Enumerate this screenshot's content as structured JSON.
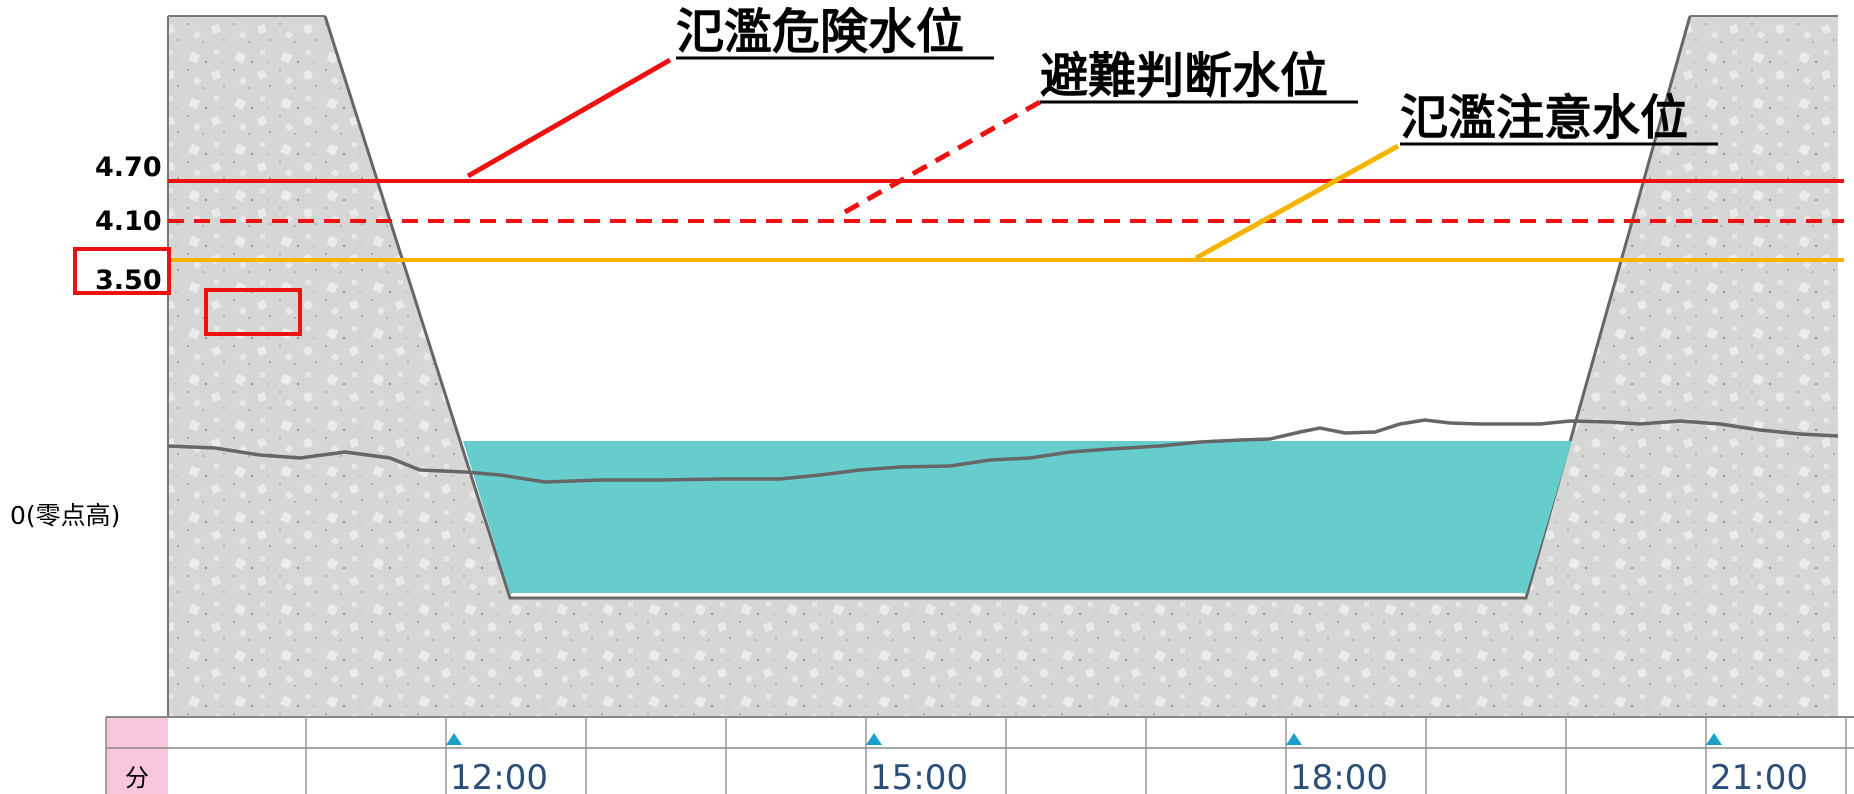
{
  "levels": {
    "danger": {
      "label": "氾濫危険水位",
      "value": 4.7,
      "value_text": "4.70",
      "color": "#ee1111",
      "line": "solid"
    },
    "evac": {
      "label": "避難判断水位",
      "value": 4.1,
      "value_text": "4.10",
      "color": "#ee1111",
      "line": "dashed"
    },
    "caution": {
      "label": "氾濫注意水位",
      "value": 3.5,
      "value_text": "3.50",
      "color": "#f5b400",
      "line": "solid"
    }
  },
  "zero_label": "0(零点高)",
  "water_color": "#66cccc",
  "bank_color": "#d4d4d4",
  "time_axis": {
    "unit_label": "分",
    "unit_bg": "#f7c6dd",
    "ticks": [
      "12:00",
      "15:00",
      "18:00",
      "21:00"
    ],
    "marker_color": "#1aa0c8"
  },
  "highlight_color": "#ee1111"
}
